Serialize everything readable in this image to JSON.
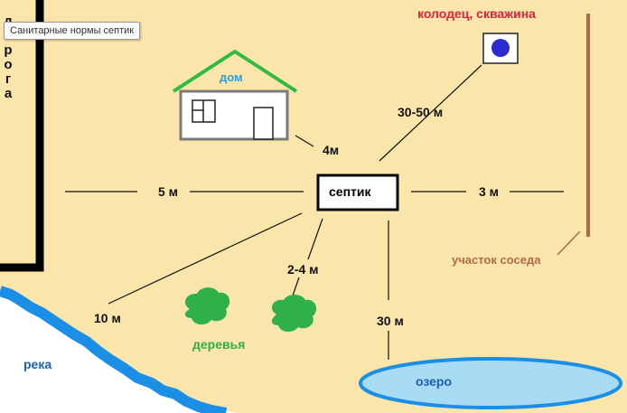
{
  "tooltip": "Санитарные нормы септик",
  "road_label": "дорога",
  "labels": {
    "septic": "септик",
    "house": "дом",
    "well": "колодец, скважина",
    "neighbor": "участок соседа",
    "trees": "деревья",
    "river": "река",
    "lake": "озеро"
  },
  "distances": {
    "house": "4м",
    "well": "30-50 м",
    "left": "5 м",
    "neighbor": "3 м",
    "river": "10 м",
    "trees": "2-4 м",
    "lake": "30 м"
  },
  "colors": {
    "background": "#fae6aa",
    "house_roof": "#2fbb3f",
    "house_wall": "#7a7a7a",
    "house_label": "#2f9fd8",
    "well_title": "#e8203c",
    "well_dot": "#2b2bd0",
    "neighbor": "#b06a4a",
    "trees": "#2fb04a",
    "water": "#1b8fe6",
    "water_fill": "#a8dcf4",
    "river_label": "#1c5fb8",
    "lake_label": "#1c5fb8"
  }
}
